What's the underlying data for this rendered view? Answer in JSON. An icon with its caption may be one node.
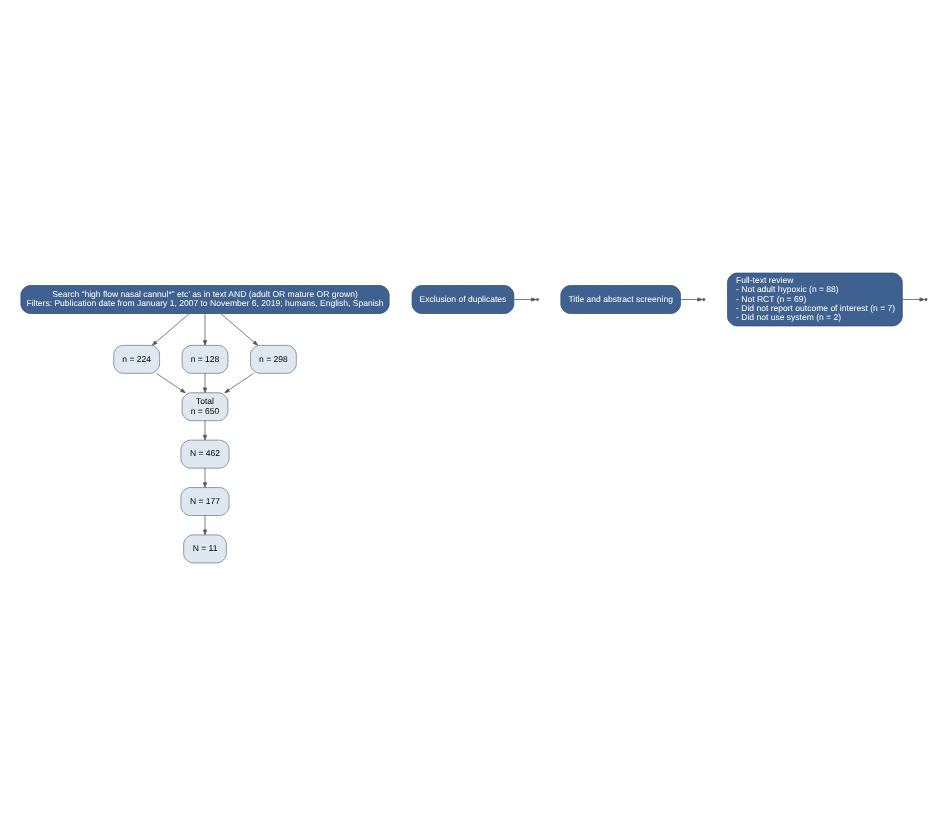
{
  "diagram": {
    "nodes": [
      {
        "text": [
          "Search “high flow nasal cannul*” etc’ as in text AND (adult OR mature OR grown)",
          "Filters: Publication date from January 1, 2007 to November 6, 2019; humans, English, Spanish"
        ]
      },
      {
        "text": [
          "n = 224"
        ]
      },
      {
        "text": [
          "n = 128"
        ]
      },
      {
        "text": [
          "n = 298"
        ]
      },
      {
        "text": [
          "Total",
          "n = 650"
        ]
      },
      {
        "text": [
          "Exclusion of duplicates"
        ]
      },
      {
        "text": [
          "N = 462"
        ]
      },
      {
        "text": [
          "Title and abstract screening"
        ]
      },
      {
        "text": [
          "N = 177"
        ]
      },
      {
        "text": [
          "Full-text review",
          "- Not adult hypoxic (n = 88)",
          "- Not RCT (n = 69)",
          "- Did not report outcome of interest (n = 7)",
          "- Did not use system (n = 2)"
        ]
      },
      {
        "text": [
          "N = 11"
        ]
      }
    ],
    "edges": [
      {
        "from": 0,
        "to": 1,
        "arrow": "to"
      },
      {
        "from": 0,
        "to": 2,
        "arrow": "to"
      },
      {
        "from": 0,
        "to": 3,
        "arrow": "to"
      },
      {
        "from": 1,
        "to": 4,
        "arrow": "to"
      },
      {
        "from": 2,
        "to": 4,
        "arrow": "to"
      },
      {
        "from": 3,
        "to": 4,
        "arrow": "to"
      },
      {
        "from": 4,
        "to": 6,
        "arrow": "to"
      },
      {
        "from": 5,
        "to": null,
        "arrow": "to"
      },
      {
        "from": 6,
        "to": 8,
        "arrow": "to"
      },
      {
        "from": 7,
        "to": null,
        "arrow": "to"
      },
      {
        "from": 8,
        "to": 10,
        "arrow": "to"
      },
      {
        "from": 9,
        "to": null,
        "arrow": "to"
      }
    ]
  }
}
